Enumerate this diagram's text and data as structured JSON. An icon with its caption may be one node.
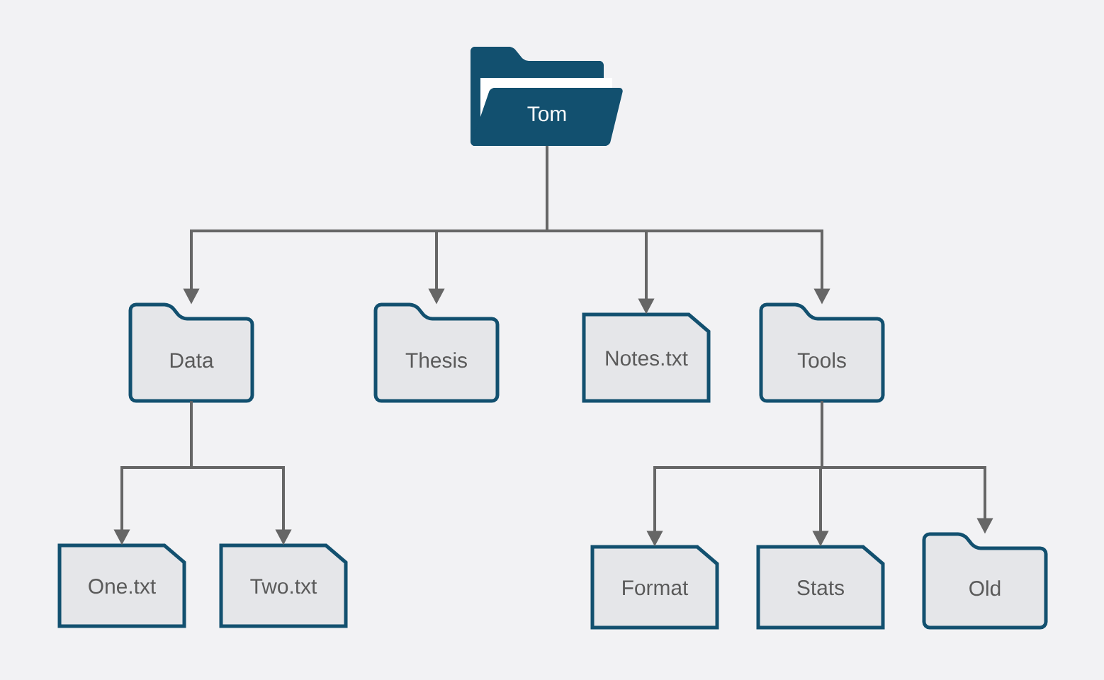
{
  "diagram": {
    "nodes": [
      {
        "text": [
          "Tom"
        ]
      },
      {
        "text": [
          "Data"
        ]
      },
      {
        "text": [
          "Thesis"
        ]
      },
      {
        "text": [
          "Notes.txt"
        ]
      },
      {
        "text": [
          "Tools"
        ]
      },
      {
        "text": [
          "One.txt"
        ]
      },
      {
        "text": [
          "Two.txt"
        ]
      },
      {
        "text": [
          "Format"
        ]
      },
      {
        "text": [
          "Stats"
        ]
      },
      {
        "text": [
          "Old"
        ]
      }
    ],
    "edges": [
      {
        "from": 0,
        "to": 1,
        "arrow": "to"
      },
      {
        "from": 0,
        "to": 2,
        "arrow": "to"
      },
      {
        "from": 0,
        "to": 3,
        "arrow": "to"
      },
      {
        "from": 0,
        "to": 4,
        "arrow": "to"
      },
      {
        "from": 1,
        "to": 5,
        "arrow": "to"
      },
      {
        "from": 1,
        "to": 6,
        "arrow": "to"
      },
      {
        "from": 4,
        "to": 7,
        "arrow": "to"
      },
      {
        "from": 4,
        "to": 8,
        "arrow": "to"
      },
      {
        "from": 4,
        "to": 9,
        "arrow": "to"
      }
    ]
  }
}
